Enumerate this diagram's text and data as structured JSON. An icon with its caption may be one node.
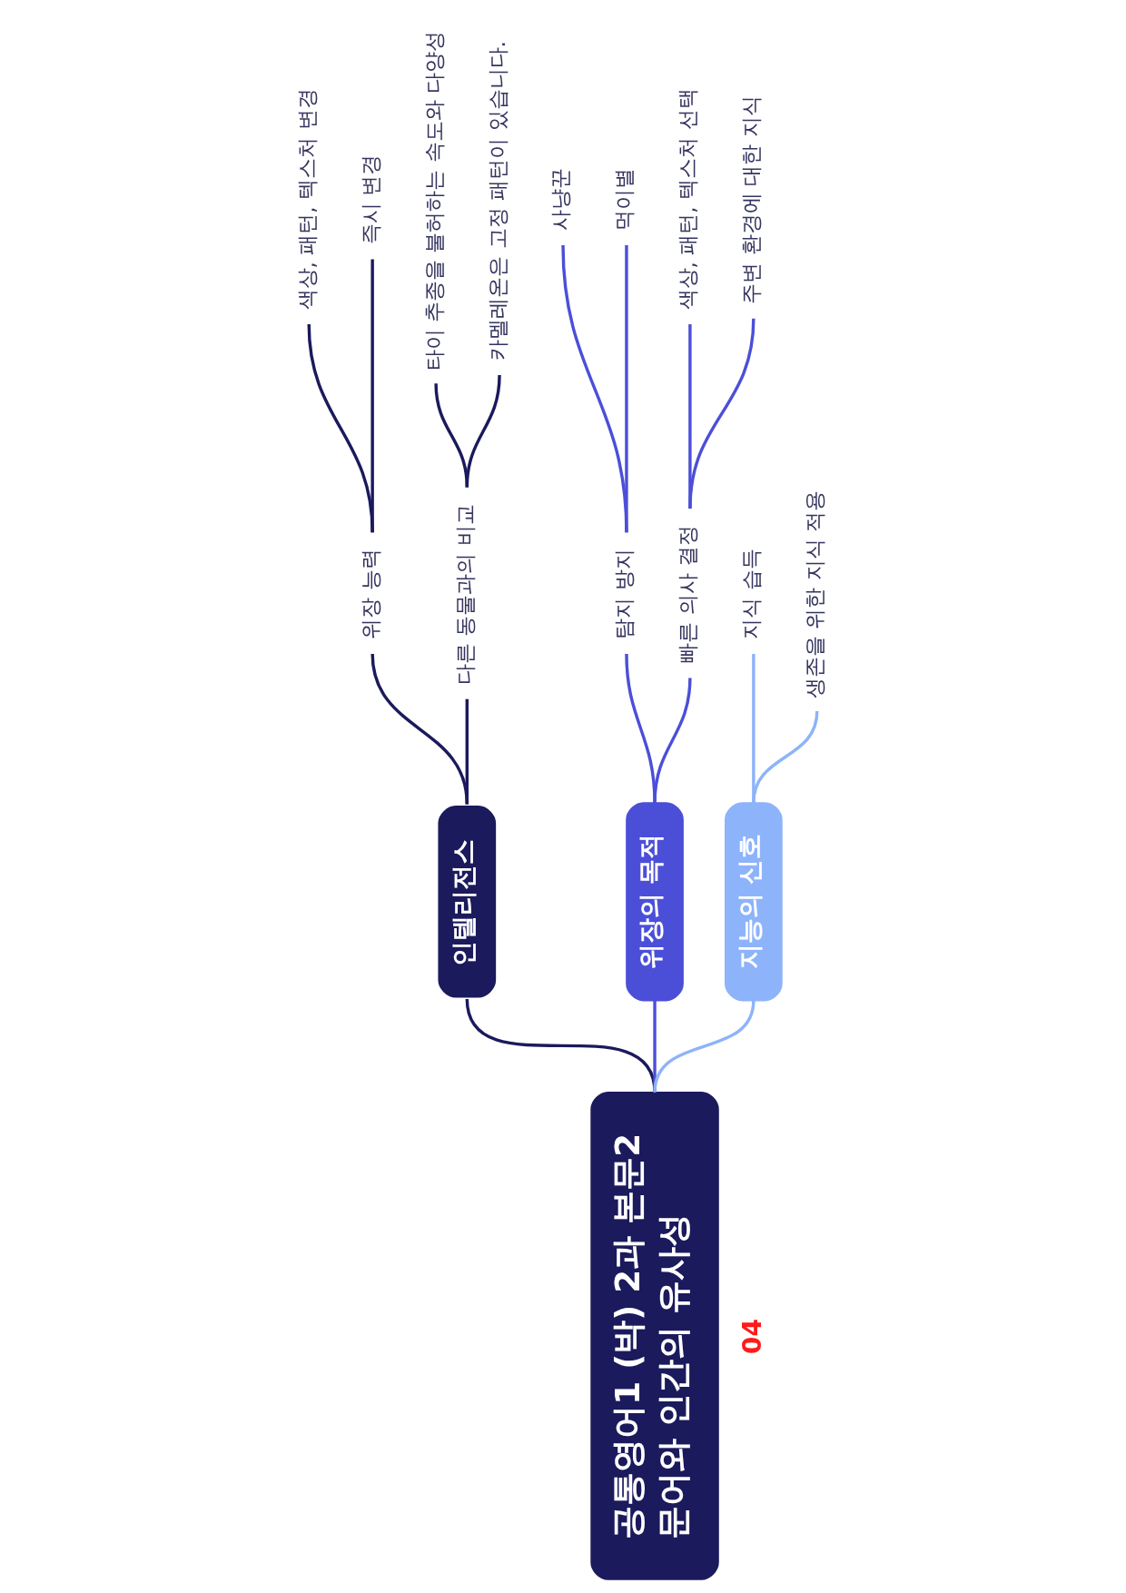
{
  "diagram": {
    "nodes": [
      {
        "text": [
          "공통영어1 (박) 2과 본문2 문어와 인간의 유사성"
        ]
      },
      {
        "text": [
          "인텔리전스"
        ]
      },
      {
        "text": [
          "위장 능력"
        ]
      },
      {
        "text": [
          "색상, 패턴, 텍스처 변경"
        ]
      },
      {
        "text": [
          "즉시 변경"
        ]
      },
      {
        "text": [
          "다른 동물과의 비교"
        ]
      },
      {
        "text": [
          "타이 추종을 불허하는 속도와 다양성"
        ]
      },
      {
        "text": [
          "카멜레온은 고정 패턴이 있습니다."
        ]
      },
      {
        "text": [
          "위장의 목적"
        ]
      },
      {
        "text": [
          "탐지 방지"
        ]
      },
      {
        "text": [
          "사냥꾼"
        ]
      },
      {
        "text": [
          "먹이별"
        ]
      },
      {
        "text": [
          "빠른 의사 결정"
        ]
      },
      {
        "text": [
          "색상, 패턴, 텍스처 선택"
        ]
      },
      {
        "text": [
          "주변 환경에 대한 지식"
        ]
      },
      {
        "text": [
          "지능의 신호"
        ]
      },
      {
        "text": [
          "지식 습득"
        ]
      },
      {
        "text": [
          "생존을 위한 지식 적용"
        ]
      }
    ],
    "edges": [
      {
        "from": 0,
        "to": 1,
        "arrow": "none",
        "color": "#1b1a5c"
      },
      {
        "from": 0,
        "to": 8,
        "arrow": "none",
        "color": "#4b4fd8"
      },
      {
        "from": 0,
        "to": 15,
        "arrow": "none",
        "color": "#8db3fb"
      },
      {
        "from": 1,
        "to": 2,
        "arrow": "none",
        "color": "#1b1a5c"
      },
      {
        "from": 1,
        "to": 5,
        "arrow": "none",
        "color": "#1b1a5c"
      },
      {
        "from": 2,
        "to": 3,
        "arrow": "none",
        "color": "#1b1a5c"
      },
      {
        "from": 2,
        "to": 4,
        "arrow": "none",
        "color": "#1b1a5c"
      },
      {
        "from": 5,
        "to": 6,
        "arrow": "none",
        "color": "#1b1a5c"
      },
      {
        "from": 5,
        "to": 7,
        "arrow": "none",
        "color": "#1b1a5c"
      },
      {
        "from": 8,
        "to": 9,
        "arrow": "none",
        "color": "#4b4fd8"
      },
      {
        "from": 8,
        "to": 12,
        "arrow": "none",
        "color": "#4b4fd8"
      },
      {
        "from": 9,
        "to": 10,
        "arrow": "none",
        "color": "#4b4fd8"
      },
      {
        "from": 9,
        "to": 11,
        "arrow": "none",
        "color": "#4b4fd8"
      },
      {
        "from": 12,
        "to": 13,
        "arrow": "none",
        "color": "#4b4fd8"
      },
      {
        "from": 12,
        "to": 14,
        "arrow": "none",
        "color": "#4b4fd8"
      },
      {
        "from": 15,
        "to": 16,
        "arrow": "none",
        "color": "#8db3fb"
      },
      {
        "from": 15,
        "to": 17,
        "arrow": "none",
        "color": "#8db3fb"
      }
    ],
    "labels": [
      "04"
    ]
  }
}
